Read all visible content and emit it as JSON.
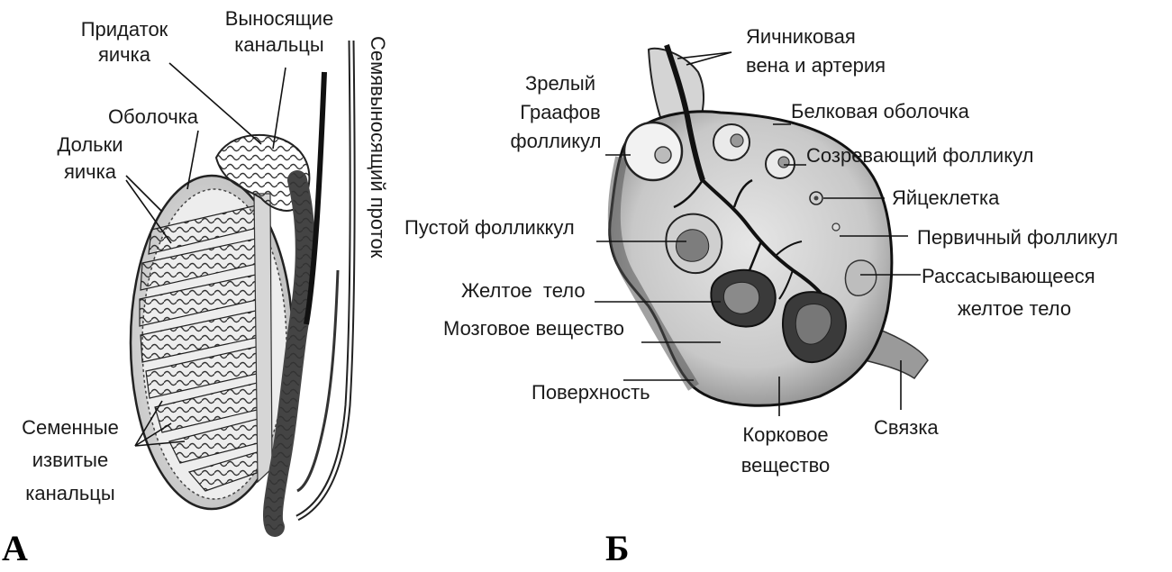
{
  "panels": {
    "testis": {
      "letter": "А",
      "labels": {
        "appendage_line1": "Придаток",
        "appendage_line2": "яичка",
        "efferent_line1": "Выносящие",
        "efferent_line2": "канальцы",
        "tunic": "Оболочка",
        "lobules_line1": "Дольки",
        "lobules_line2": "яичка",
        "vas_deferens": "Семявыносящий проток",
        "seminiferous_line1": "Семенные",
        "seminiferous_line2": "извитые",
        "seminiferous_line3": "канальцы"
      }
    },
    "ovary": {
      "letter": "Б",
      "labels": {
        "vessels_line1": "Яичниковая",
        "vessels_line2": "вена и артерия",
        "graafian_line1": "Зрелый",
        "graafian_line2": "Граафов",
        "graafian_line3": "фолликул",
        "albuginea": "Белковая оболочка",
        "maturing_follicle": "Созревающий фолликул",
        "oocyte": "Яйцеклетка",
        "empty_follicle": "Пустой фолликкул",
        "primary_follicle": "Первичный фолликул",
        "corpus_luteum": "Желтое  тело",
        "regressing_line1": "Рассасывающееся",
        "regressing_line2": "желтое тело",
        "medulla": "Мозговое вещество",
        "surface": "Поверхность",
        "ligament": "Связка",
        "cortex_line1": "Корковое",
        "cortex_line2": "вещество"
      }
    }
  }
}
